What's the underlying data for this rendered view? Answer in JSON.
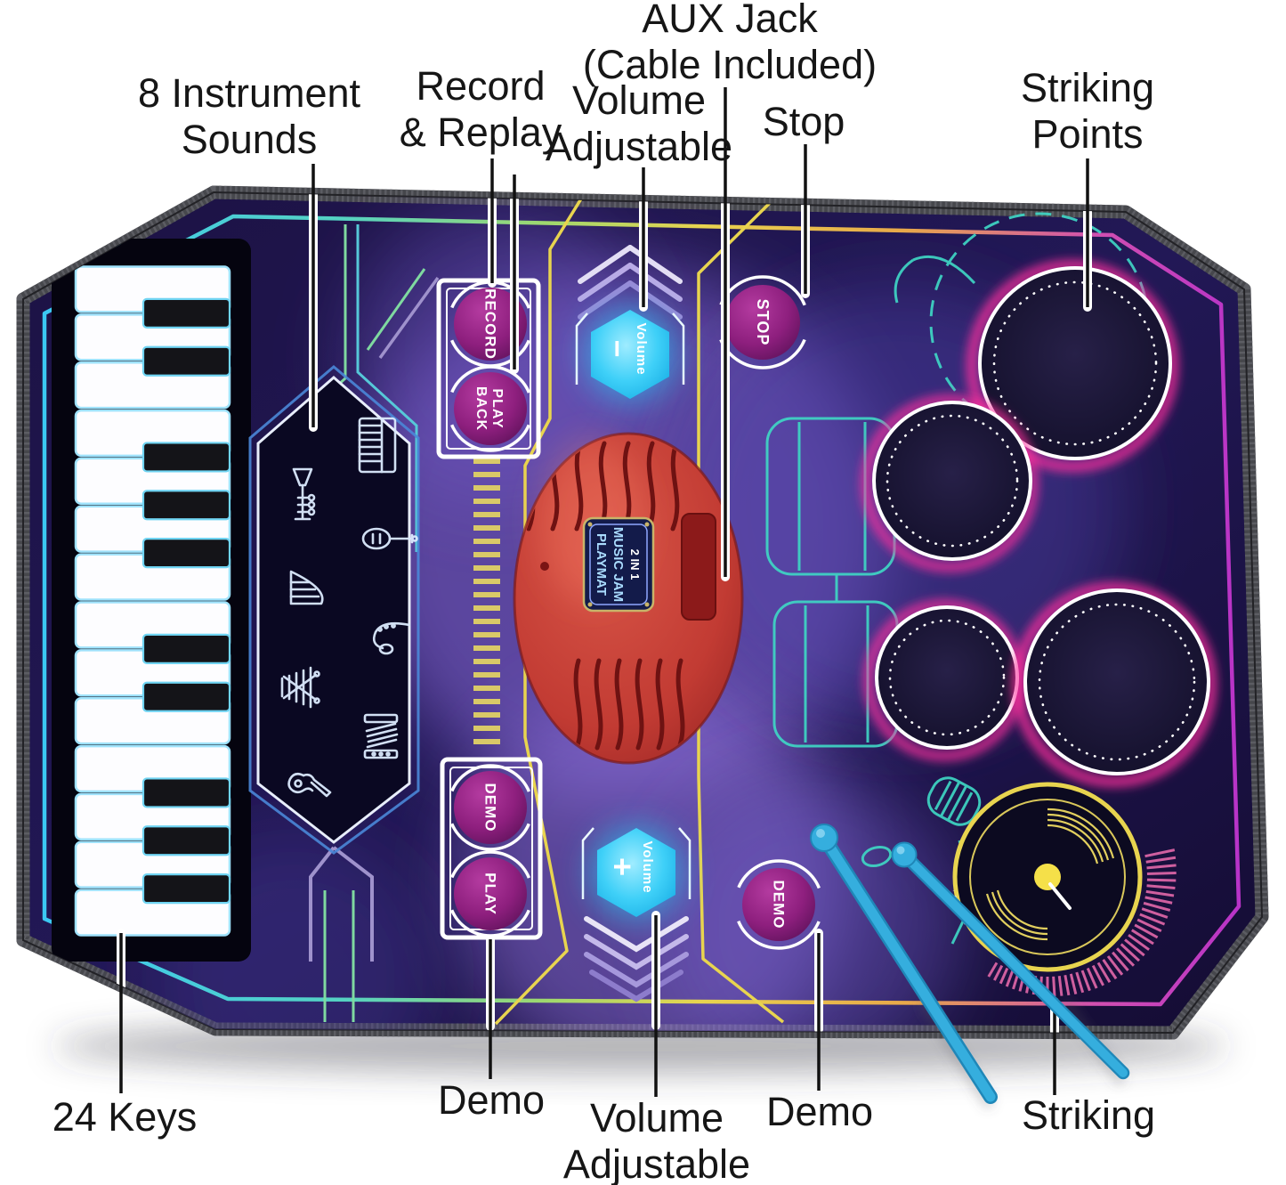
{
  "product": {
    "name": "2 in 1 Music Jam Playmat",
    "type": "annotated product feature diagram"
  },
  "annotations": {
    "instrument_sounds_line1": "8 Instrument",
    "instrument_sounds_line2": "Sounds",
    "record_replay_line1": "Record",
    "record_replay_line2": "& Replay",
    "aux_jack_line1": "AUX Jack",
    "aux_jack_line2": "(Cable Included)",
    "volume_adjustable_top_line1": "Volume",
    "volume_adjustable_top_line2": "Adjustable",
    "stop": "Stop",
    "striking_points_line1": "Striking",
    "striking_points_line2": "Points",
    "keys_24": "24 Keys",
    "demo_bottom_left": "Demo",
    "volume_adjustable_bottom_line1": "Volume",
    "volume_adjustable_bottom_line2": "Adjustable",
    "demo_bottom_right": "Demo",
    "striking": "Striking"
  },
  "mat": {
    "buttons": {
      "record": "RECORD",
      "playback_line1": "PLAY",
      "playback_line2": "BACK",
      "stop": "STOP",
      "volume_minus_word": "Volume",
      "volume_minus_sign": "−",
      "volume_plus_word": "Volume",
      "volume_plus_sign": "+",
      "demo_upper": "DEMO",
      "play": "PLAY",
      "demo_side": "DEMO"
    },
    "speaker_plaque": {
      "line1": "2 IN 1",
      "line2": "MUSIC JAM",
      "line3": "PLAYMAT"
    },
    "instrument_icons": [
      "keyboard",
      "trumpet",
      "violin",
      "harp",
      "saxophone",
      "xylophone",
      "guitar",
      "accordion"
    ],
    "keyboard": {
      "total_keys": 24,
      "white_keys": 14,
      "black_key_boundaries": [
        1,
        2,
        4,
        5,
        6,
        8,
        9,
        11,
        12,
        13
      ]
    },
    "drum_pads": 4,
    "cymbal_pads": 1,
    "drumsticks": 2
  },
  "colors": {
    "mat_base_dark": "#190f3d",
    "mat_base_light": "#2a1a5e",
    "glow_purple": "#8c74d8",
    "border_stitch": "#46474c",
    "neon_cyan": "#3bc8f2",
    "neon_green": "#7fd9a0",
    "neon_yellow": "#e8d44f",
    "neon_magenta": "#d14fb0",
    "button_purple": "#8e1f7e",
    "volume_blue": "#2fc3f5",
    "speaker_red": "#c23b33",
    "drum_ring_pink": "#ff2d9e",
    "teal_art": "#3fd6c4",
    "stick_blue": "#2ea6da",
    "annotation_text": "#161616"
  }
}
